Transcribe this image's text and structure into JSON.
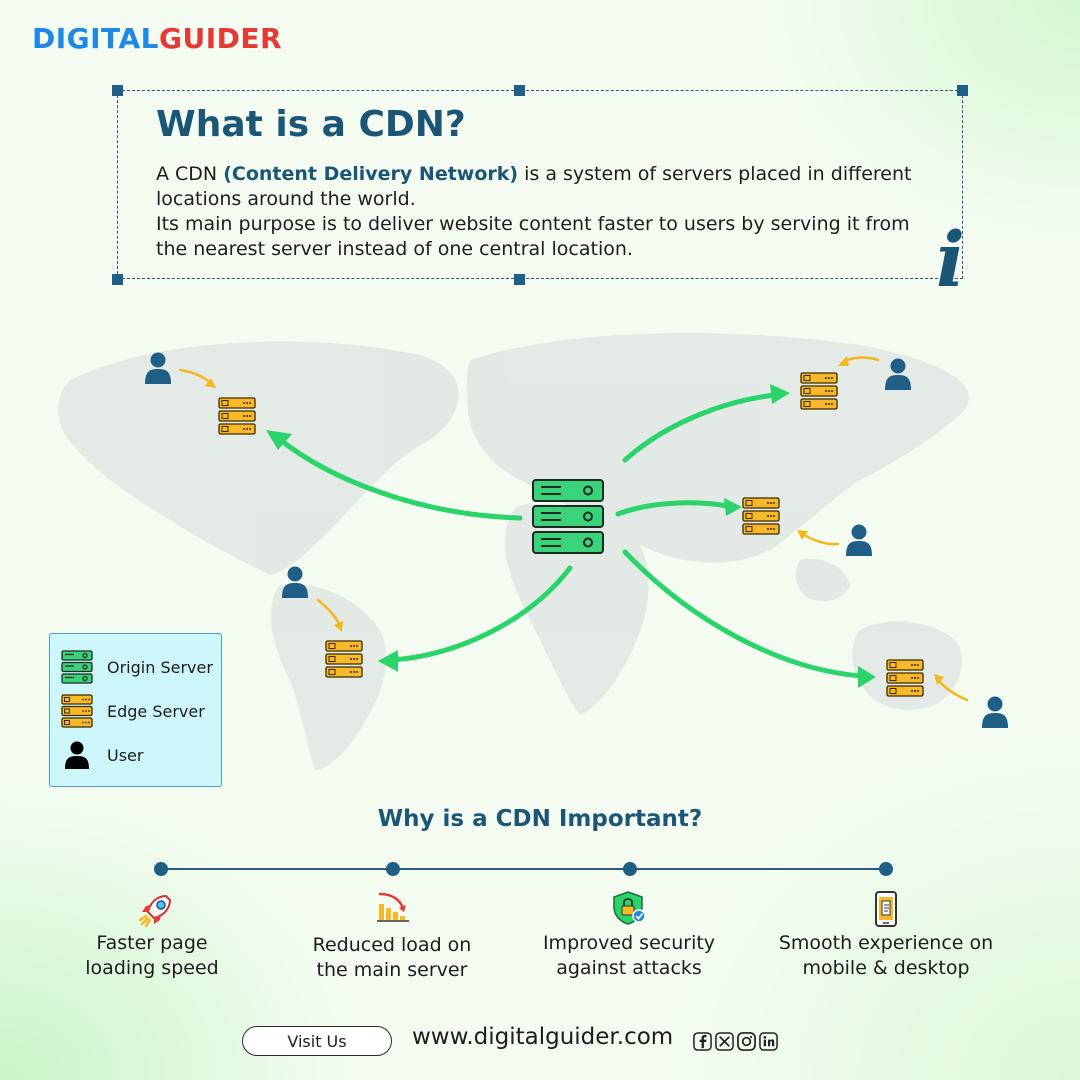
{
  "brand": {
    "part1": "DIGITAL",
    "part2": "GUIDER",
    "color1": "#1e88e5",
    "color2": "#e53935"
  },
  "intro": {
    "title": "What is a CDN?",
    "p1_before": "A CDN ",
    "p1_highlight": "(Content Delivery Network)",
    "p1_after": " is a system of servers placed in different locations around the world.",
    "p2": "Its main purpose is to deliver website content faster to users by serving it from the nearest server instead of one central location.",
    "info_glyph": "i"
  },
  "colors": {
    "accent": "#1b5677",
    "origin_server": "#3ad27a",
    "edge_server": "#f7b92a",
    "arrow_green": "#2bd36b",
    "arrow_orange": "#f5b71e",
    "legend_bg": "#cdf6fb"
  },
  "legend": [
    {
      "icon": "origin-server-icon",
      "label": "Origin Server"
    },
    {
      "icon": "edge-server-icon",
      "label": "Edge Server"
    },
    {
      "icon": "user-icon",
      "label": "User"
    }
  ],
  "why": {
    "title": "Why is a CDN Important?",
    "items": [
      {
        "icon": "rocket-icon",
        "line1": "Faster page",
        "line2": "loading speed"
      },
      {
        "icon": "load-chart-icon",
        "line1": "Reduced load on",
        "line2": "the main server"
      },
      {
        "icon": "shield-lock-icon",
        "line1": "Improved security",
        "line2": "against attacks"
      },
      {
        "icon": "mobile-icon",
        "line1": "Smooth experience on",
        "line2": "mobile & desktop"
      }
    ]
  },
  "footer": {
    "visit_label": "Visit Us",
    "website": "www.digitalguider.com",
    "social": [
      "facebook-icon",
      "x-icon",
      "instagram-icon",
      "linkedin-icon"
    ]
  }
}
